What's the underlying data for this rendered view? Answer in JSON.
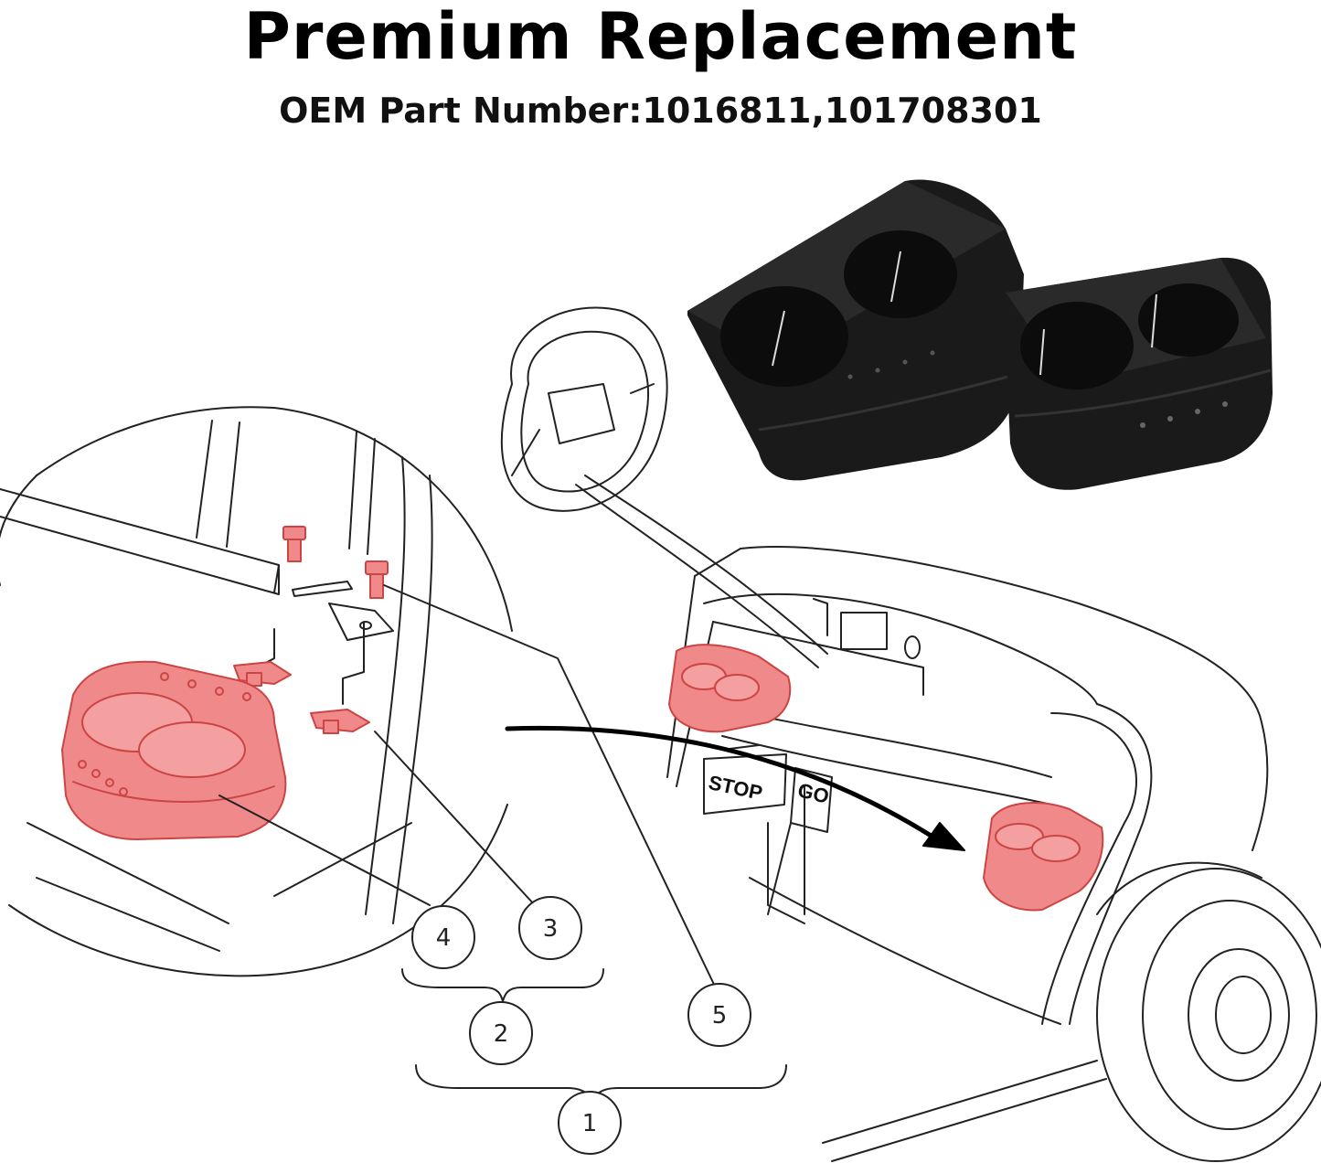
{
  "header": {
    "title": "Premium Replacement",
    "subtitle": "OEM Part Number:1016811,101708301"
  },
  "callouts": [
    "1",
    "2",
    "3",
    "4",
    "5"
  ],
  "signs": {
    "stop": "STOP",
    "go": "GO"
  },
  "colors": {
    "highlight": "#f08a8a",
    "product": "#1a1a1a",
    "line": "#222222"
  }
}
